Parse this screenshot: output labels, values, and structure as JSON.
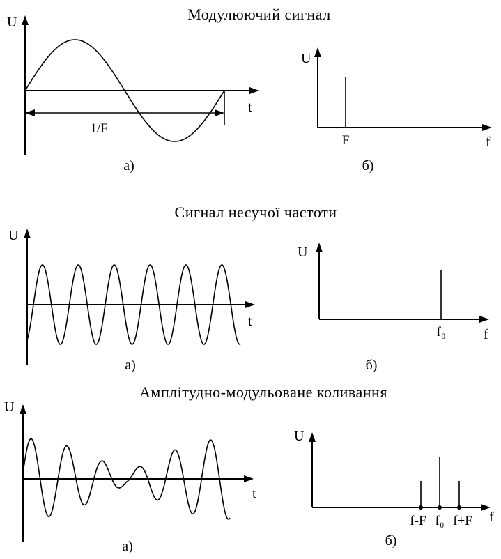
{
  "panels": [
    {
      "title": "Модулюючий сигнал",
      "time": {
        "y_label": "U",
        "x_label": "t",
        "sub_label": "а)",
        "period_label": "1/F"
      },
      "spectrum": {
        "y_label": "U",
        "x_label": "f",
        "sub_label": "б)",
        "ticks": [
          "F"
        ]
      }
    },
    {
      "title": "Сигнал несучої частоти",
      "time": {
        "y_label": "U",
        "x_label": "t",
        "sub_label": "а)"
      },
      "spectrum": {
        "y_label": "U",
        "x_label": "f",
        "sub_label": "б)",
        "ticks": [
          "f₀"
        ]
      }
    },
    {
      "title": "Амплітудно-модульоване коливання",
      "time": {
        "y_label": "U",
        "x_label": "t",
        "sub_label": "а)"
      },
      "spectrum": {
        "y_label": "U",
        "x_label": "f",
        "sub_label": "б)",
        "ticks": [
          "f-F",
          "f₀",
          "f+F"
        ]
      }
    }
  ]
}
